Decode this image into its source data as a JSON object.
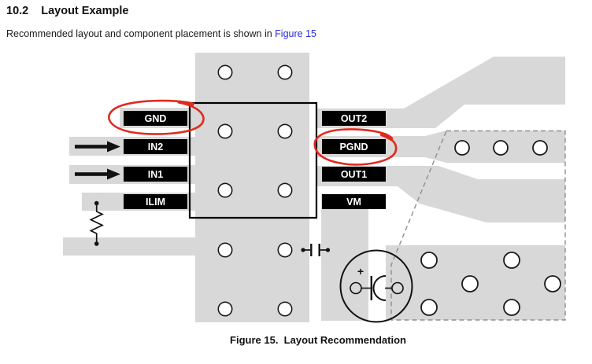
{
  "header": {
    "section_number": "10.2",
    "section_title": "Layout Example",
    "body_text": "Recommended layout and component placement is shown in ",
    "figure_link": "Figure 15"
  },
  "figure": {
    "caption": "Figure 15.  Layout Recommendation",
    "left_pins": [
      "GND",
      "IN2",
      "IN1",
      "ILIM"
    ],
    "right_pins": [
      "OUT2",
      "PGND",
      "OUT1",
      "VM"
    ],
    "red_circled_pins": [
      "GND",
      "PGND"
    ],
    "bulk_capacitor": {
      "plus_label": "+"
    },
    "symbols": [
      "input-arrow",
      "resistor",
      "bypass-capacitor",
      "bulk-capacitor",
      "via",
      "ic-outline",
      "bottom-layer-dashed-boundary"
    ]
  },
  "colors": {
    "copper_gray": "#d8d8d8",
    "label_bg": "#000000",
    "label_text": "#ffffff",
    "annotation_red": "#e02a1e",
    "link_blue": "#2b2bd8",
    "dashed_gray": "#8f8f8f"
  }
}
